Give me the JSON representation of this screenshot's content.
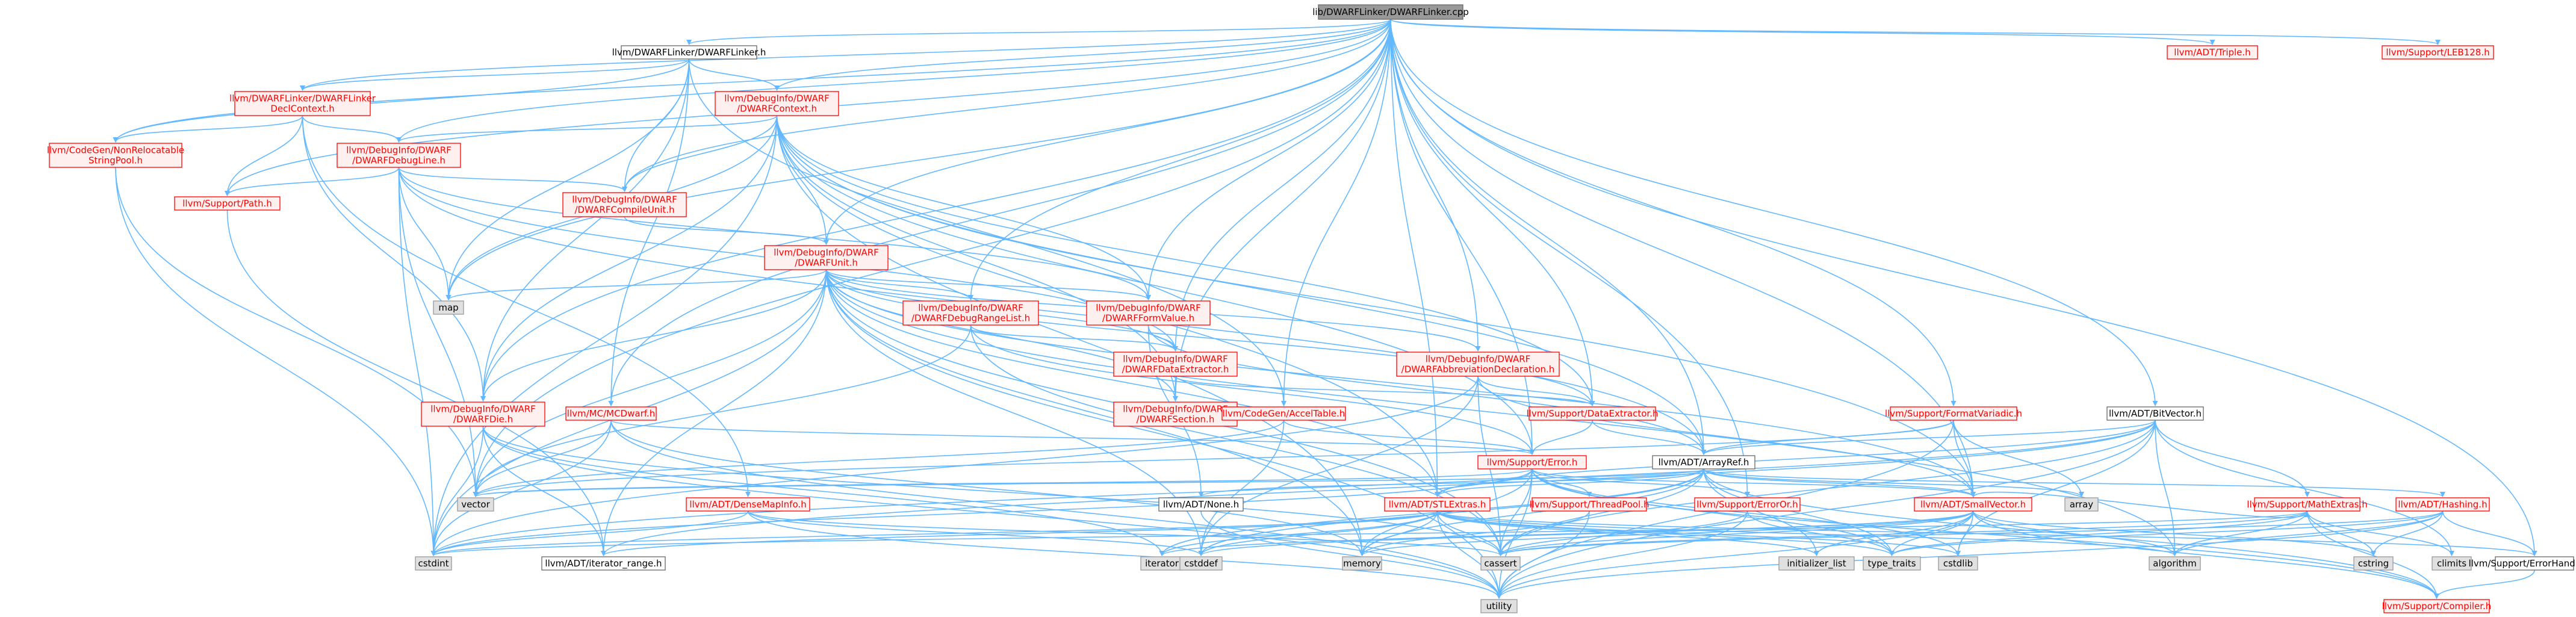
{
  "graph": {
    "kind": "include dependency graph",
    "colors": {
      "edge": "#63b8ff",
      "project_border": "#ff0000",
      "project_text": "#ff0000",
      "project_fill": "#fff0f0",
      "root_fill": "#999999",
      "root_border": "#666666",
      "system_fill": "#e0e0e0",
      "system_border": "#999999",
      "plain_border": "#666666",
      "text": "#000000"
    },
    "nodes": [
      {
        "id": "root",
        "label": [
          "lib/DWARFLinker/DWARFLinker.cpp"
        ],
        "style": "root"
      },
      {
        "id": "dwarflinker_h",
        "label": [
          "llvm/DWARFLinker/DWARFLinker.h"
        ],
        "style": "plain"
      },
      {
        "id": "triple",
        "label": [
          "llvm/ADT/Triple.h"
        ],
        "style": "project"
      },
      {
        "id": "leb128",
        "label": [
          "llvm/Support/LEB128.h"
        ],
        "style": "project"
      },
      {
        "id": "declctx",
        "label": [
          "llvm/DWARFLinker/DWARFLinker",
          "DeclContext.h"
        ],
        "style": "project"
      },
      {
        "id": "dwarfcontext",
        "label": [
          "llvm/DebugInfo/DWARF",
          "/DWARFContext.h"
        ],
        "style": "project"
      },
      {
        "id": "nonreloc",
        "label": [
          "llvm/CodeGen/NonRelocatable",
          "StringPool.h"
        ],
        "style": "project"
      },
      {
        "id": "debugline",
        "label": [
          "llvm/DebugInfo/DWARF",
          "/DWARFDebugLine.h"
        ],
        "style": "project"
      },
      {
        "id": "path",
        "label": [
          "llvm/Support/Path.h"
        ],
        "style": "project"
      },
      {
        "id": "compileunit",
        "label": [
          "llvm/DebugInfo/DWARF",
          "/DWARFCompileUnit.h"
        ],
        "style": "project"
      },
      {
        "id": "dwarfunit",
        "label": [
          "llvm/DebugInfo/DWARF",
          "/DWARFUnit.h"
        ],
        "style": "project"
      },
      {
        "id": "map",
        "label": [
          "map"
        ],
        "style": "system"
      },
      {
        "id": "rangelist",
        "label": [
          "llvm/DebugInfo/DWARF",
          "/DWARFDebugRangeList.h"
        ],
        "style": "project"
      },
      {
        "id": "formvalue",
        "label": [
          "llvm/DebugInfo/DWARF",
          "/DWARFFormValue.h"
        ],
        "style": "project"
      },
      {
        "id": "dataextractor_dw",
        "label": [
          "llvm/DebugInfo/DWARF",
          "/DWARFDataExtractor.h"
        ],
        "style": "project"
      },
      {
        "id": "abbrevdecl",
        "label": [
          "llvm/DebugInfo/DWARF",
          "/DWARFAbbreviationDeclaration.h"
        ],
        "style": "project"
      },
      {
        "id": "section",
        "label": [
          "llvm/DebugInfo/DWARF",
          "/DWARFSection.h"
        ],
        "style": "project"
      },
      {
        "id": "dataextractor",
        "label": [
          "llvm/Support/DataExtractor.h"
        ],
        "style": "project"
      },
      {
        "id": "dwarfdie",
        "label": [
          "llvm/DebugInfo/DWARF",
          "/DWARFDie.h"
        ],
        "style": "project"
      },
      {
        "id": "mcdwarf",
        "label": [
          "llvm/MC/MCDwarf.h"
        ],
        "style": "project"
      },
      {
        "id": "acceltable",
        "label": [
          "llvm/CodeGen/AccelTable.h"
        ],
        "style": "project"
      },
      {
        "id": "formatvariadic",
        "label": [
          "llvm/Support/FormatVariadic.h"
        ],
        "style": "project"
      },
      {
        "id": "bitvector",
        "label": [
          "llvm/ADT/BitVector.h"
        ],
        "style": "plain"
      },
      {
        "id": "error",
        "label": [
          "llvm/Support/Error.h"
        ],
        "style": "project"
      },
      {
        "id": "arrayref",
        "label": [
          "llvm/ADT/ArrayRef.h"
        ],
        "style": "plain"
      },
      {
        "id": "vector",
        "label": [
          "vector"
        ],
        "style": "system"
      },
      {
        "id": "densemapinfo",
        "label": [
          "llvm/ADT/DenseMapInfo.h"
        ],
        "style": "project"
      },
      {
        "id": "adtnone",
        "label": [
          "llvm/ADT/None.h"
        ],
        "style": "plain"
      },
      {
        "id": "stlextras",
        "label": [
          "llvm/ADT/STLExtras.h"
        ],
        "style": "project"
      },
      {
        "id": "threadpool",
        "label": [
          "llvm/Support/ThreadPool.h"
        ],
        "style": "project"
      },
      {
        "id": "erroror",
        "label": [
          "llvm/Support/ErrorOr.h"
        ],
        "style": "project"
      },
      {
        "id": "smallvector",
        "label": [
          "llvm/ADT/SmallVector.h"
        ],
        "style": "project"
      },
      {
        "id": "array",
        "label": [
          "array"
        ],
        "style": "system"
      },
      {
        "id": "mathextras",
        "label": [
          "llvm/Support/MathExtras.h"
        ],
        "style": "project"
      },
      {
        "id": "hashing",
        "label": [
          "llvm/ADT/Hashing.h"
        ],
        "style": "project"
      },
      {
        "id": "cstdint",
        "label": [
          "cstdint"
        ],
        "style": "system"
      },
      {
        "id": "iterator_range",
        "label": [
          "llvm/ADT/iterator_range.h"
        ],
        "style": "plain"
      },
      {
        "id": "iterator",
        "label": [
          "iterator"
        ],
        "style": "system"
      },
      {
        "id": "cstddef",
        "label": [
          "cstddef"
        ],
        "style": "system"
      },
      {
        "id": "memory",
        "label": [
          "memory"
        ],
        "style": "system"
      },
      {
        "id": "cassert",
        "label": [
          "cassert"
        ],
        "style": "system"
      },
      {
        "id": "initializer_list",
        "label": [
          "initializer_list"
        ],
        "style": "system"
      },
      {
        "id": "type_traits",
        "label": [
          "type_traits"
        ],
        "style": "system"
      },
      {
        "id": "cstdlib",
        "label": [
          "cstdlib"
        ],
        "style": "system"
      },
      {
        "id": "algorithm",
        "label": [
          "algorithm"
        ],
        "style": "system"
      },
      {
        "id": "cstring",
        "label": [
          "cstring"
        ],
        "style": "system"
      },
      {
        "id": "climits",
        "label": [
          "climits"
        ],
        "style": "system"
      },
      {
        "id": "errorhandling",
        "label": [
          "llvm/Support/ErrorHandling.h"
        ],
        "style": "plain"
      },
      {
        "id": "utility",
        "label": [
          "utility"
        ],
        "style": "system"
      },
      {
        "id": "compiler",
        "label": [
          "llvm/Support/Compiler.h"
        ],
        "style": "project"
      }
    ],
    "edges": [
      [
        "root",
        "dwarflinker_h"
      ],
      [
        "root",
        "triple"
      ],
      [
        "root",
        "leb128"
      ],
      [
        "root",
        "declctx"
      ],
      [
        "root",
        "dwarfcontext"
      ],
      [
        "root",
        "nonreloc"
      ],
      [
        "root",
        "path"
      ],
      [
        "root",
        "debugline"
      ],
      [
        "root",
        "compileunit"
      ],
      [
        "root",
        "dwarfunit"
      ],
      [
        "root",
        "map"
      ],
      [
        "root",
        "rangelist"
      ],
      [
        "root",
        "formvalue"
      ],
      [
        "root",
        "dataextractor_dw"
      ],
      [
        "root",
        "abbrevdecl"
      ],
      [
        "root",
        "section"
      ],
      [
        "root",
        "dataextractor"
      ],
      [
        "root",
        "dwarfdie"
      ],
      [
        "root",
        "mcdwarf"
      ],
      [
        "root",
        "acceltable"
      ],
      [
        "root",
        "formatvariadic"
      ],
      [
        "root",
        "bitvector"
      ],
      [
        "root",
        "error"
      ],
      [
        "root",
        "arrayref"
      ],
      [
        "root",
        "vector"
      ],
      [
        "root",
        "stlextras"
      ],
      [
        "root",
        "erroror"
      ],
      [
        "root",
        "smallvector"
      ],
      [
        "root",
        "errorhandling"
      ],
      [
        "dwarflinker_h",
        "declctx"
      ],
      [
        "dwarflinker_h",
        "dwarfcontext"
      ],
      [
        "dwarflinker_h",
        "nonreloc"
      ],
      [
        "dwarflinker_h",
        "compileunit"
      ],
      [
        "dwarflinker_h",
        "map"
      ],
      [
        "dwarflinker_h",
        "mcdwarf"
      ],
      [
        "dwarflinker_h",
        "acceltable"
      ],
      [
        "dwarflinker_h",
        "dwarfdie"
      ],
      [
        "declctx",
        "nonreloc"
      ],
      [
        "declctx",
        "debugline"
      ],
      [
        "declctx",
        "path"
      ],
      [
        "declctx",
        "dwarfdie"
      ],
      [
        "declctx",
        "densemapinfo"
      ],
      [
        "dwarfcontext",
        "debugline"
      ],
      [
        "dwarfcontext",
        "compileunit"
      ],
      [
        "dwarfcontext",
        "dwarfunit"
      ],
      [
        "dwarfcontext",
        "map"
      ],
      [
        "dwarfcontext",
        "dwarfdie"
      ],
      [
        "dwarfcontext",
        "section"
      ],
      [
        "dwarfcontext",
        "dataextractor"
      ],
      [
        "dwarfcontext",
        "error"
      ],
      [
        "dwarfcontext",
        "smallvector"
      ],
      [
        "dwarfcontext",
        "memory"
      ],
      [
        "dwarfcontext",
        "cstdint"
      ],
      [
        "dwarfcontext",
        "formvalue"
      ],
      [
        "dwarfcontext",
        "arrayref"
      ],
      [
        "dwarfcontext",
        "stlextras"
      ],
      [
        "nonreloc",
        "cstdint"
      ],
      [
        "nonreloc",
        "vector"
      ],
      [
        "debugline",
        "path"
      ],
      [
        "debugline",
        "compileunit"
      ],
      [
        "debugline",
        "map"
      ],
      [
        "debugline",
        "vector"
      ],
      [
        "debugline",
        "cstdint"
      ],
      [
        "debugline",
        "formvalue"
      ],
      [
        "debugline",
        "dataextractor_dw"
      ],
      [
        "debugline",
        "arrayref"
      ],
      [
        "path",
        "iterator_range"
      ],
      [
        "compileunit",
        "dwarfunit"
      ],
      [
        "dwarfunit",
        "map"
      ],
      [
        "dwarfunit",
        "rangelist"
      ],
      [
        "dwarfunit",
        "formvalue"
      ],
      [
        "dwarfunit",
        "dataextractor_dw"
      ],
      [
        "dwarfunit",
        "abbrevdecl"
      ],
      [
        "dwarfunit",
        "section"
      ],
      [
        "dwarfunit",
        "dataextractor"
      ],
      [
        "dwarfunit",
        "dwarfdie"
      ],
      [
        "dwarfunit",
        "vector"
      ],
      [
        "dwarfunit",
        "cstdint"
      ],
      [
        "dwarfunit",
        "memory"
      ],
      [
        "dwarfunit",
        "cassert"
      ],
      [
        "dwarfunit",
        "iterator_range"
      ],
      [
        "dwarfunit",
        "smallvector"
      ],
      [
        "dwarfunit",
        "stlextras"
      ],
      [
        "dwarfunit",
        "cstddef"
      ],
      [
        "dwarfunit",
        "utility"
      ],
      [
        "dwarfunit",
        "algorithm"
      ],
      [
        "rangelist",
        "dataextractor_dw"
      ],
      [
        "rangelist",
        "vector"
      ],
      [
        "rangelist",
        "cassert"
      ],
      [
        "rangelist",
        "error"
      ],
      [
        "formvalue",
        "dataextractor_dw"
      ],
      [
        "formvalue",
        "arrayref"
      ],
      [
        "formvalue",
        "adtnone"
      ],
      [
        "dataextractor_dw",
        "section"
      ],
      [
        "dataextractor_dw",
        "dataextractor"
      ],
      [
        "abbrevdecl",
        "dataextractor"
      ],
      [
        "abbrevdecl",
        "smallvector"
      ],
      [
        "abbrevdecl",
        "cassert"
      ],
      [
        "abbrevdecl",
        "cstddef"
      ],
      [
        "abbrevdecl",
        "cstdint"
      ],
      [
        "dataextractor",
        "error"
      ],
      [
        "dataextractor",
        "arrayref"
      ],
      [
        "dwarfdie",
        "iterator_range"
      ],
      [
        "dwarfdie",
        "cstdint"
      ],
      [
        "dwarfdie",
        "utility"
      ],
      [
        "dwarfdie",
        "iterator"
      ],
      [
        "dwarfdie",
        "cassert"
      ],
      [
        "mcdwarf",
        "vector"
      ],
      [
        "mcdwarf",
        "cstdint"
      ],
      [
        "mcdwarf",
        "error"
      ],
      [
        "mcdwarf",
        "string_ref"
      ],
      [
        "mcdwarf",
        "memory"
      ],
      [
        "mcdwarf",
        "utility"
      ],
      [
        "acceltable",
        "vector"
      ],
      [
        "acceltable",
        "cstddef"
      ],
      [
        "acceltable",
        "error"
      ],
      [
        "formatvariadic",
        "arrayref"
      ],
      [
        "formatvariadic",
        "smallvector"
      ],
      [
        "formatvariadic",
        "array"
      ],
      [
        "formatvariadic",
        "vector"
      ],
      [
        "formatvariadic",
        "utility"
      ],
      [
        "bitvector",
        "arrayref"
      ],
      [
        "bitvector",
        "stlextras"
      ],
      [
        "bitvector",
        "mathextras"
      ],
      [
        "bitvector",
        "iterator_range"
      ],
      [
        "bitvector",
        "algorithm"
      ],
      [
        "bitvector",
        "cassert"
      ],
      [
        "bitvector",
        "climits"
      ],
      [
        "bitvector",
        "cstdint"
      ],
      [
        "bitvector",
        "cstdlib"
      ],
      [
        "bitvector",
        "utility"
      ],
      [
        "error",
        "stlextras"
      ],
      [
        "error",
        "smallvector"
      ],
      [
        "error",
        "erroror"
      ],
      [
        "error",
        "threadpool"
      ],
      [
        "error",
        "cassert"
      ],
      [
        "error",
        "cstdint"
      ],
      [
        "error",
        "cstdlib"
      ],
      [
        "error",
        "memory"
      ],
      [
        "error",
        "utility"
      ],
      [
        "error",
        "vector"
      ],
      [
        "error",
        "type_traits"
      ],
      [
        "error",
        "compiler"
      ],
      [
        "arrayref",
        "stlextras"
      ],
      [
        "arrayref",
        "smallvector"
      ],
      [
        "arrayref",
        "hashing"
      ],
      [
        "arrayref",
        "array"
      ],
      [
        "arrayref",
        "cassert"
      ],
      [
        "arrayref",
        "cstddef"
      ],
      [
        "arrayref",
        "initializer_list"
      ],
      [
        "arrayref",
        "iterator"
      ],
      [
        "arrayref",
        "memory"
      ],
      [
        "arrayref",
        "type_traits"
      ],
      [
        "arrayref",
        "vector"
      ],
      [
        "arrayref",
        "compiler"
      ],
      [
        "arrayref",
        "adtnone"
      ],
      [
        "densemapinfo",
        "cassert"
      ],
      [
        "densemapinfo",
        "cstddef"
      ],
      [
        "densemapinfo",
        "cstdint"
      ],
      [
        "densemapinfo",
        "utility"
      ],
      [
        "adtnone",
        "utility"
      ],
      [
        "stlextras",
        "iterator_range"
      ],
      [
        "stlextras",
        "iterator"
      ],
      [
        "stlextras",
        "algorithm"
      ],
      [
        "stlextras",
        "cassert"
      ],
      [
        "stlextras",
        "cstddef"
      ],
      [
        "stlextras",
        "cstdint"
      ],
      [
        "stlextras",
        "cstdlib"
      ],
      [
        "stlextras",
        "memory"
      ],
      [
        "stlextras",
        "type_traits"
      ],
      [
        "stlextras",
        "utility"
      ],
      [
        "stlextras",
        "initializer_list"
      ],
      [
        "stlextras",
        "errorhandling"
      ],
      [
        "threadpool",
        "memory"
      ],
      [
        "threadpool",
        "utility"
      ],
      [
        "erroror",
        "cassert"
      ],
      [
        "erroror",
        "type_traits"
      ],
      [
        "erroror",
        "utility"
      ],
      [
        "smallvector",
        "cassert"
      ],
      [
        "smallvector",
        "cstddef"
      ],
      [
        "smallvector",
        "cstdlib"
      ],
      [
        "smallvector",
        "cstring"
      ],
      [
        "smallvector",
        "algorithm"
      ],
      [
        "smallvector",
        "initializer_list"
      ],
      [
        "smallvector",
        "iterator"
      ],
      [
        "smallvector",
        "memory"
      ],
      [
        "smallvector",
        "type_traits"
      ],
      [
        "smallvector",
        "utility"
      ],
      [
        "smallvector",
        "compiler"
      ],
      [
        "smallvector",
        "mathextras"
      ],
      [
        "mathextras",
        "compiler"
      ],
      [
        "mathextras",
        "cstring"
      ],
      [
        "mathextras",
        "cassert"
      ],
      [
        "mathextras",
        "climits"
      ],
      [
        "mathextras",
        "cstdint"
      ],
      [
        "mathextras",
        "type_traits"
      ],
      [
        "mathextras",
        "algorithm"
      ],
      [
        "hashing",
        "errorhandling"
      ],
      [
        "hashing",
        "algorithm"
      ],
      [
        "hashing",
        "cassert"
      ],
      [
        "hashing",
        "cstring"
      ],
      [
        "hashing",
        "utility"
      ],
      [
        "hashing",
        "type_traits"
      ],
      [
        "errorhandling",
        "compiler"
      ]
    ]
  }
}
